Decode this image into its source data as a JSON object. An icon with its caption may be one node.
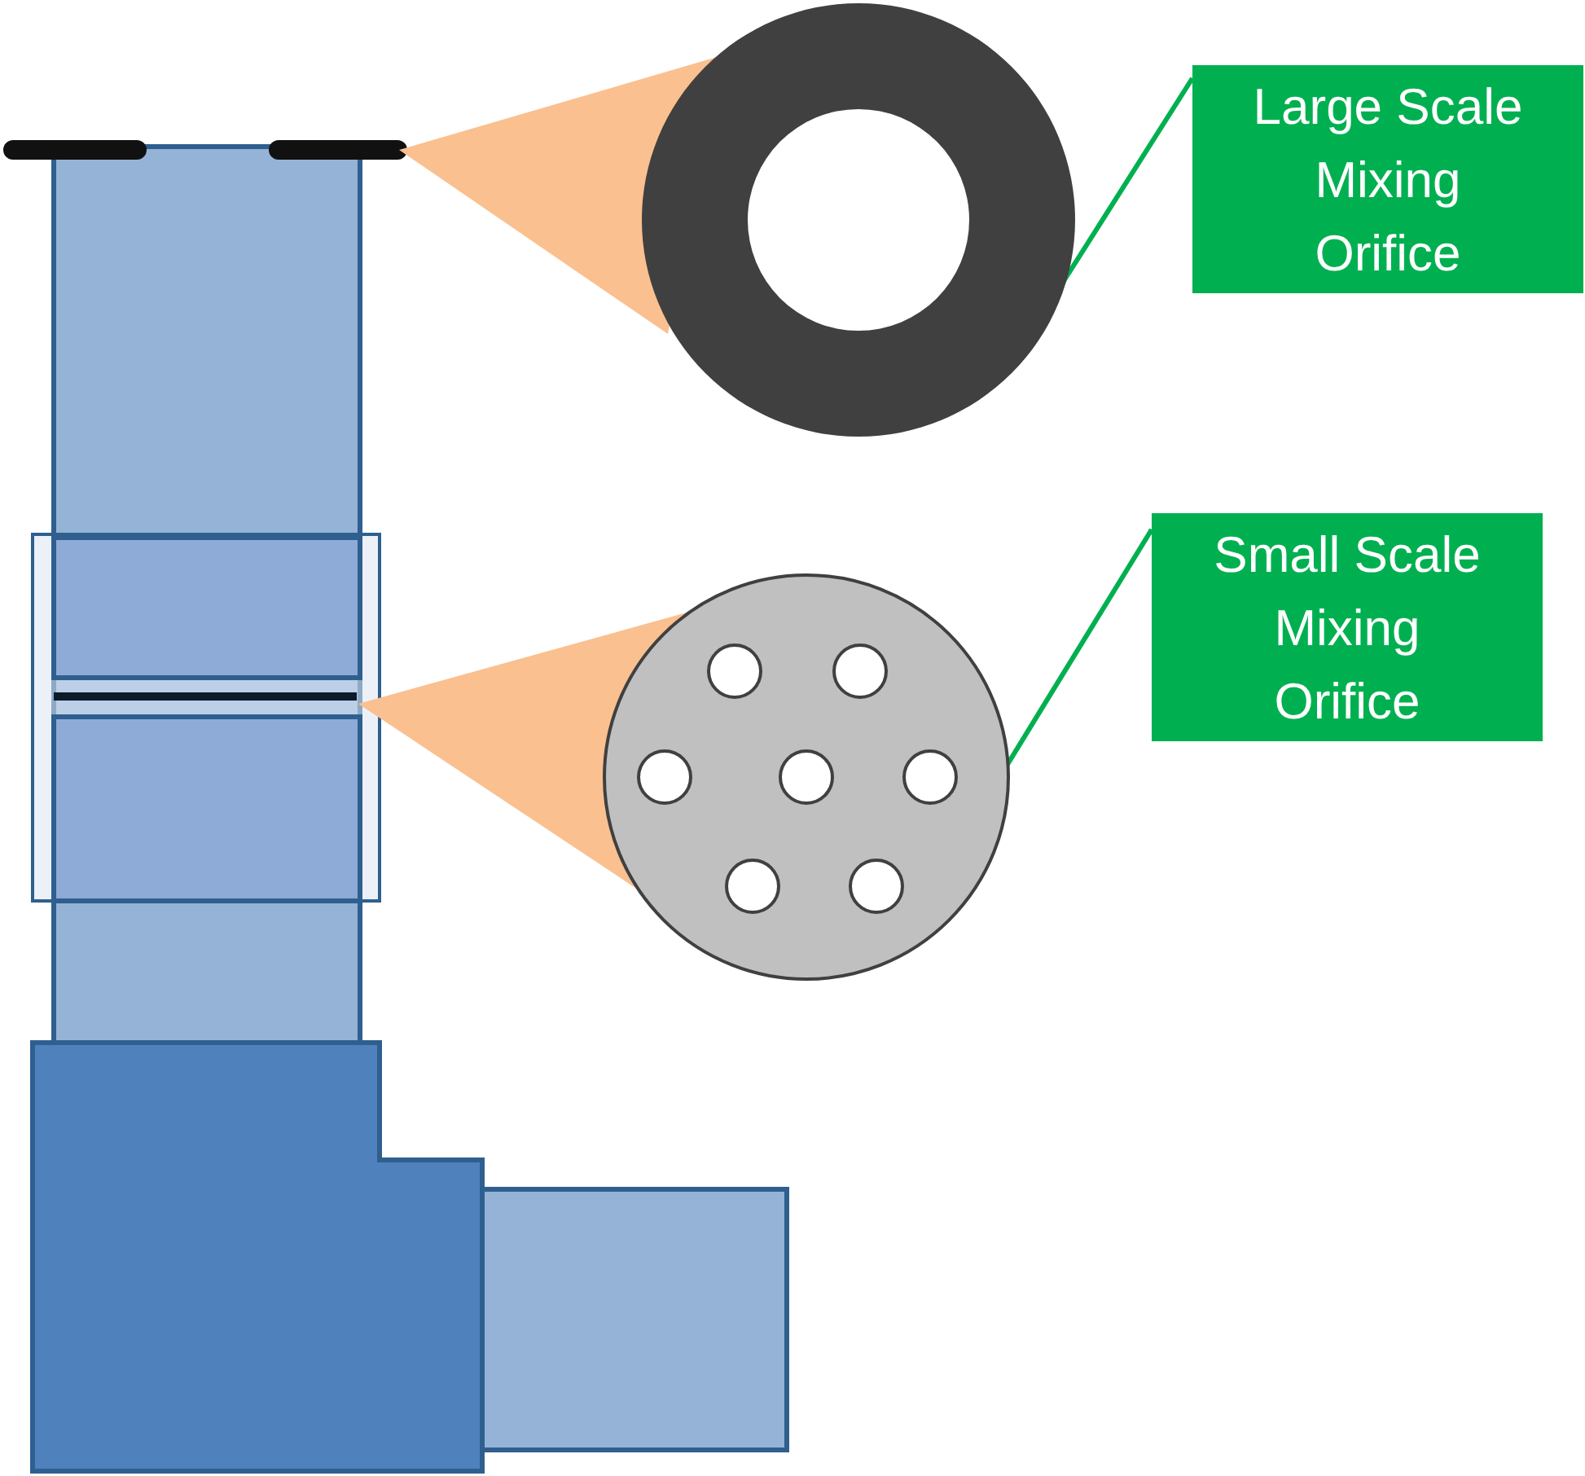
{
  "diagram": {
    "nodes": [
      {
        "text": [
          "Large Scale Mixing Orifice"
        ]
      },
      {
        "text": [],
        "shape": "circle"
      },
      {
        "text": [
          "Small Scale Mixing Orifice"
        ]
      },
      {
        "text": [],
        "shape": "circle"
      }
    ],
    "edges": [
      {
        "from": 0,
        "to": 1,
        "arrow": "none"
      },
      {
        "from": 2,
        "to": 3,
        "arrow": "none"
      }
    ]
  }
}
